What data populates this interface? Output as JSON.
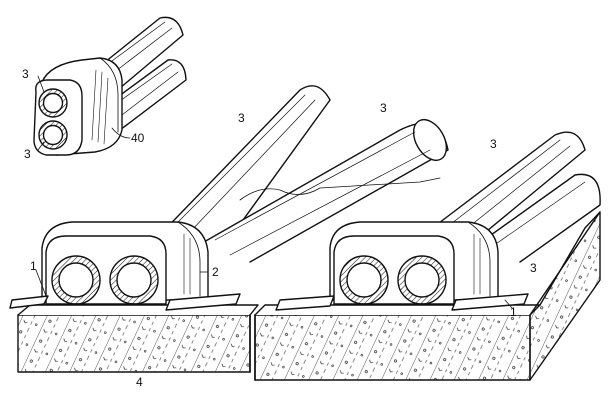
{
  "figure": {
    "labels": {
      "inset_cable_top": "3",
      "inset_cable_bottom": "3",
      "inset_sheath": "40",
      "cable_a": "3",
      "cable_b": "3",
      "cable_c": "3",
      "cable_d": "3",
      "holder": "2",
      "base_plate_left": "1",
      "base_plate_right": "1",
      "foundation": "4"
    }
  },
  "colors": {
    "ink": "#111111",
    "paper": "#ffffff"
  }
}
